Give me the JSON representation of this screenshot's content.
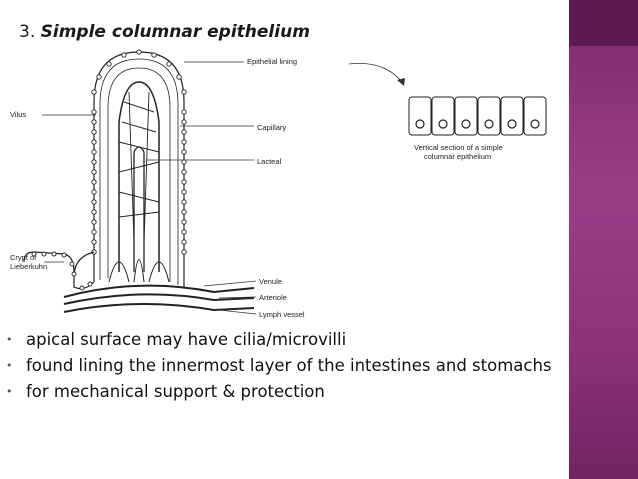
{
  "slide": {
    "title_number": "3.",
    "title_text": "Simple columnar epithelium"
  },
  "figure": {
    "labels": {
      "epithelial_lining": "Epithelial lining",
      "vilus": "Vilus",
      "capillary": "Capillary",
      "lacteal": "Lacteal",
      "crypt_line1": "Crypt of",
      "crypt_line2": "Lieberkuhn",
      "venule": "Venule",
      "arteriole": "Arteriole",
      "lymph_vessel": "Lymph vessel",
      "caption_line1": "Vertical section of a simple",
      "caption_line2": "columnar epithelium"
    }
  },
  "bullets": [
    {
      "text": "apical surface may have cilia/microvilli"
    },
    {
      "text": "found lining the innermost layer of the intestines and stomachs"
    },
    {
      "text": "for mechanical support & protection"
    }
  ],
  "colors": {
    "sidebar": "#9c3d88",
    "sidebar_cap": "#5c1a50"
  }
}
